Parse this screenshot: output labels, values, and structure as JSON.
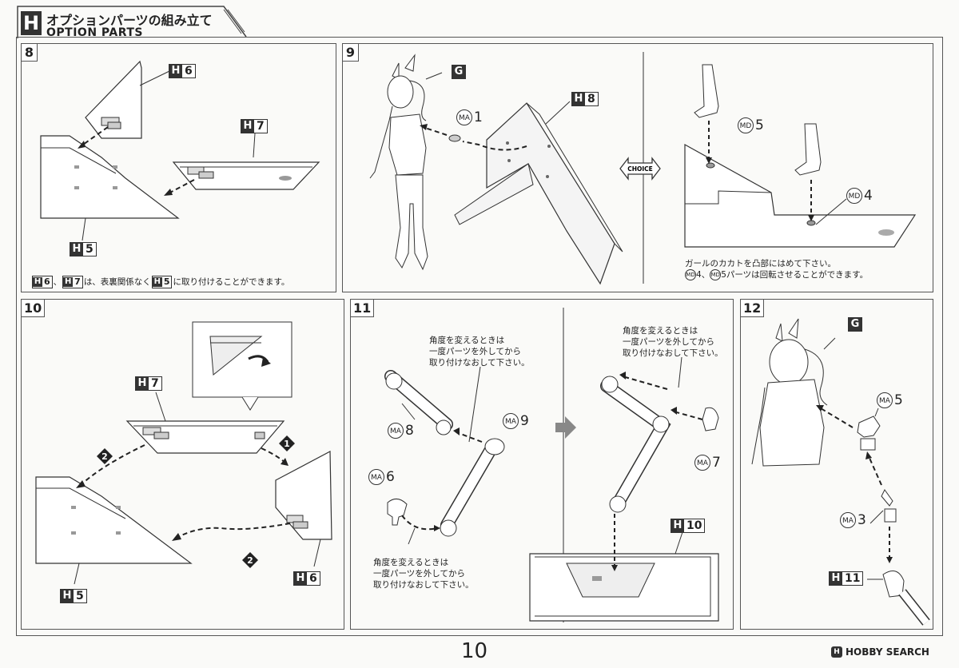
{
  "header": {
    "letter": "H",
    "title_jp": "オプションパーツの組み立て",
    "title_en": "OPTION PARTS"
  },
  "steps": {
    "s8": {
      "number": "8",
      "parts": {
        "h6": {
          "letter": "H",
          "num": "6"
        },
        "h7": {
          "letter": "H",
          "num": "7"
        },
        "h5": {
          "letter": "H",
          "num": "5"
        }
      },
      "note": {
        "a": {
          "letter": "H",
          "num": "6"
        },
        "sep": "、",
        "b": {
          "letter": "H",
          "num": "7"
        },
        "mid": "は、表裏関係なく",
        "c": {
          "letter": "H",
          "num": "5"
        },
        "end": "に取り付けることができます。"
      }
    },
    "s9": {
      "number": "9",
      "g": "G",
      "h8": {
        "letter": "H",
        "num": "8"
      },
      "ma1": {
        "code": "MA",
        "num": "1"
      },
      "md5": {
        "code": "MD",
        "num": "5"
      },
      "md4": {
        "code": "MD",
        "num": "4"
      },
      "choice": "CHOICE",
      "note1": "ガールのカカトを凸部にはめて下さい。",
      "note2_a": {
        "code": "MD",
        "num": "4"
      },
      "note2_sep": "、",
      "note2_b": {
        "code": "MD",
        "num": "5"
      },
      "note2_end": "パーツは回転させることができます。"
    },
    "s10": {
      "number": "10",
      "h7": {
        "letter": "H",
        "num": "7"
      },
      "h6": {
        "letter": "H",
        "num": "6"
      },
      "h5": {
        "letter": "H",
        "num": "5"
      },
      "order1": "1",
      "order2a": "2",
      "order2b": "2"
    },
    "s11": {
      "number": "11",
      "ma8": {
        "code": "MA",
        "num": "8"
      },
      "ma9": {
        "code": "MA",
        "num": "9"
      },
      "ma6": {
        "code": "MA",
        "num": "6"
      },
      "ma7": {
        "code": "MA",
        "num": "7"
      },
      "h10": {
        "letter": "H",
        "num": "10"
      },
      "note_l1": "角度を変えるときは",
      "note_l2": "一度パーツを外してから",
      "note_l3": "取り付けなおして下さい。"
    },
    "s12": {
      "number": "12",
      "g": "G",
      "ma5": {
        "code": "MA",
        "num": "5"
      },
      "ma3": {
        "code": "MA",
        "num": "3"
      },
      "h11": {
        "letter": "H",
        "num": "11"
      }
    }
  },
  "footer": {
    "page_number": "10",
    "brand": "HOBBY SEARCH",
    "brand_logo": "H"
  }
}
